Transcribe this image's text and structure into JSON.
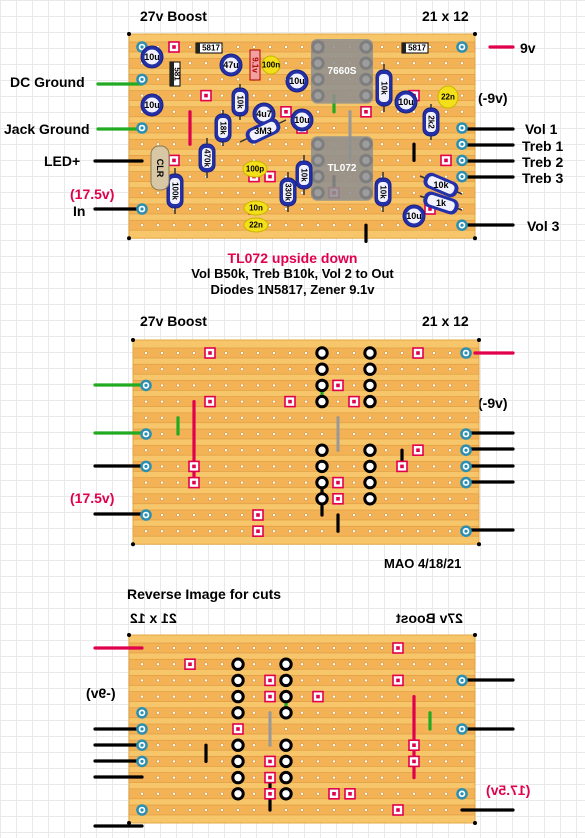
{
  "board1": {
    "title_left": "27v Boost",
    "title_right": "21 x 12",
    "labels_left": [
      "DC Ground",
      "Jack Ground",
      "LED+",
      "(17.5v)",
      "In"
    ],
    "labels_right": [
      "9v",
      "(-9v)",
      "Vol 1",
      "Treb 1",
      "Treb 2",
      "Treb 3",
      "Vol 3"
    ],
    "components": {
      "cap_10u": "10u",
      "cap_47u": "47u",
      "cap_4u7": "4u7",
      "cap_100n": "100n",
      "cap_22n": "22n",
      "cap_100p": "100p",
      "cap_10n": "10n",
      "r_10k": "10k",
      "r_18k": "18k",
      "r_470k": "470k",
      "r_100k": "100k",
      "r_330k": "330k",
      "r_3m3": "3M3",
      "r_2k2": "2k2",
      "r_1k": "1k",
      "d_5817": "5817",
      "d_5817_b": "5817",
      "d_581": "581",
      "zener": "9.1v",
      "clr": "CLR",
      "ic_top": "7660S",
      "ic_bottom": "TL072"
    },
    "notes": [
      "TL072 upside down",
      "Vol B50k, Treb B10k,  Vol 2 to Out",
      "Diodes 1N5817, Zener 9.1v"
    ]
  },
  "board2": {
    "title_left": "27v Boost",
    "title_right": "21 x 12",
    "label_neg": "(-9v)",
    "label_v": "(17.5v)",
    "credit": "MAO 4/18/21"
  },
  "board3": {
    "heading": "Reverse Image for cuts",
    "title_left": "21 x 12",
    "title_right": "27v Boost",
    "label_neg": "(-9v)",
    "label_v": "(17.5v)"
  }
}
